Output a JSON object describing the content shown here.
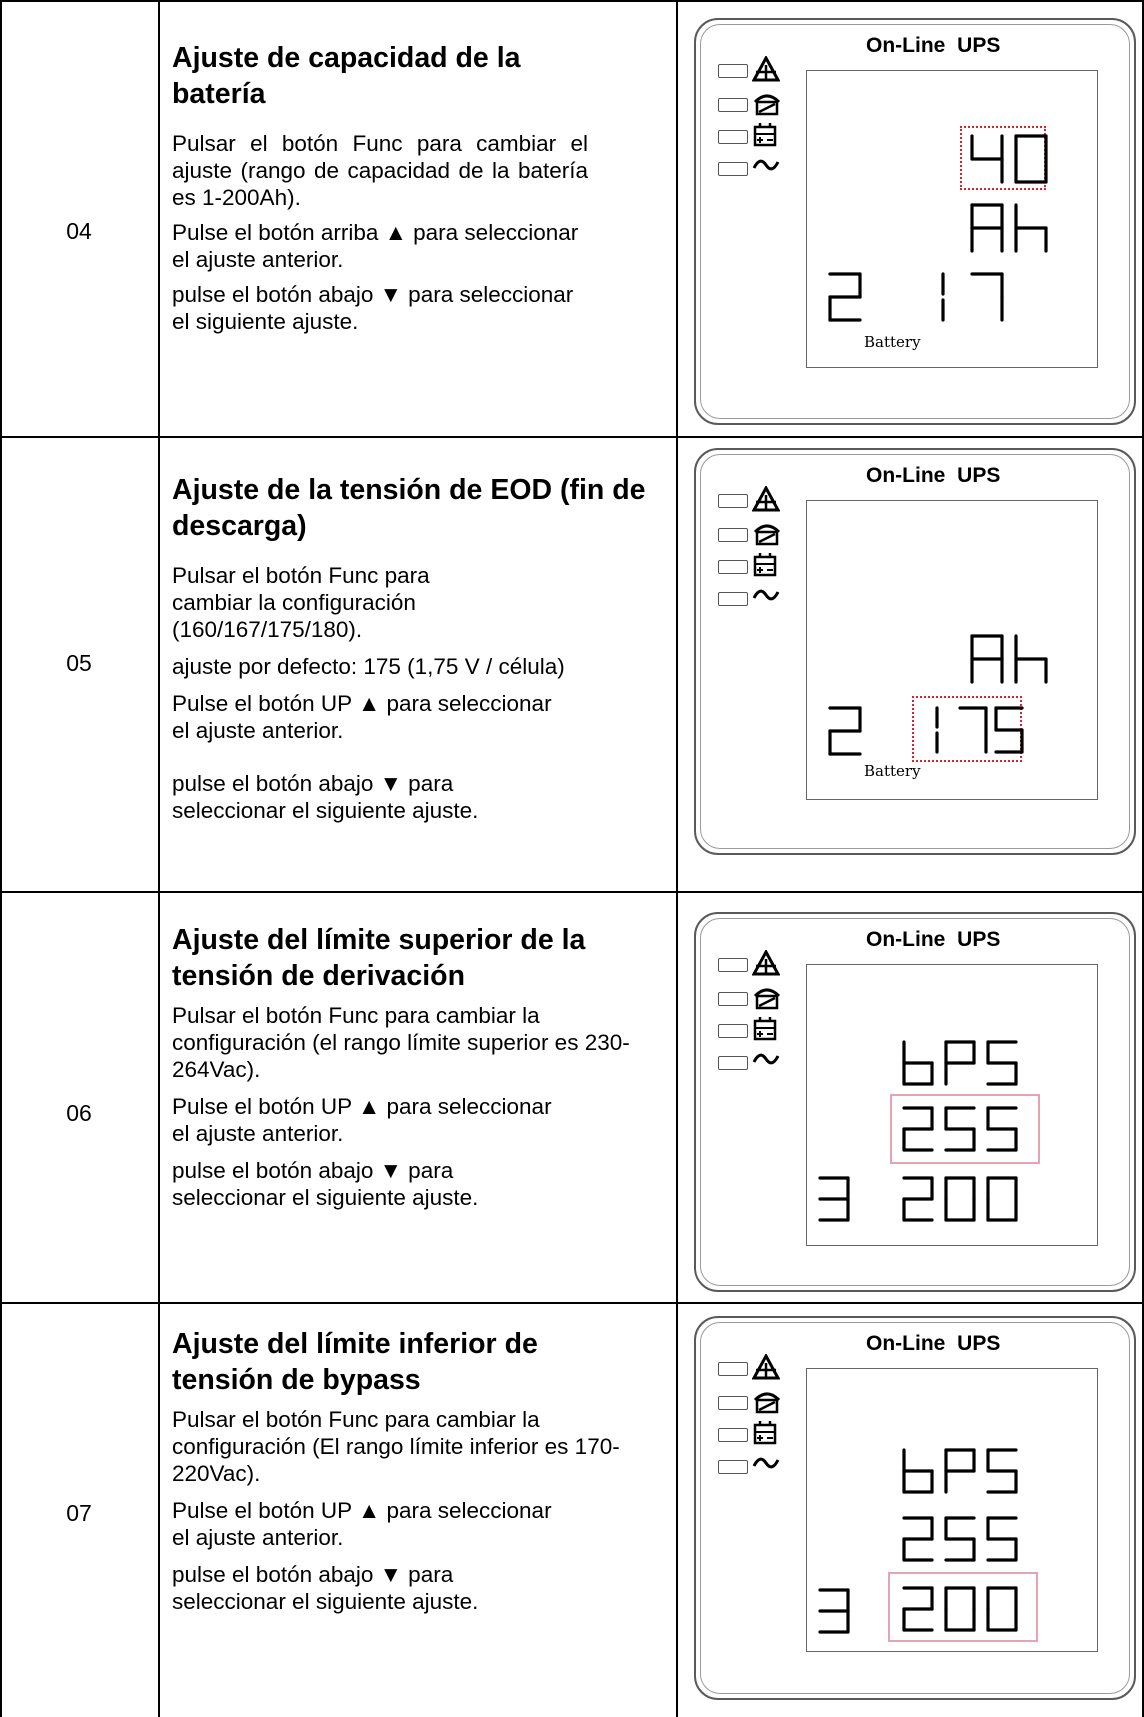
{
  "rows": [
    {
      "number": "04",
      "title": "Ajuste de capacidad de la batería",
      "paragraphs": [
        "Pulsar el botón Func para cambiar el ajuste (rango de capacidad de la batería es 1-200Ah).",
        "Pulse el botón arriba ▲ para seleccionar el ajuste anterior.",
        "pulse el botón abajo ▼ para seleccionar el siguiente ajuste."
      ],
      "lcd": {
        "header": "On-Line UPS",
        "line1": "40",
        "line2": "Ah",
        "line3_left": "2",
        "line3_right": "17",
        "label": "Battery"
      }
    },
    {
      "number": "05",
      "title": "Ajuste de la tensión de EOD (fin de descarga)",
      "paragraphs": [
        "Pulsar el botón Func para cambiar la configuración (160/167/175/180).",
        "ajuste por defecto: 175 (1,75 V / célula)",
        "Pulse el botón UP ▲ para seleccionar el ajuste anterior.",
        "pulse el botón abajo ▼ para seleccionar el siguiente ajuste."
      ],
      "lcd": {
        "header": "On-Line UPS",
        "line2": "Ah",
        "line3_left": "2",
        "line3_right": "175",
        "label": "Battery"
      }
    },
    {
      "number": "06",
      "title": "Ajuste del límite superior de la tensión de derivación",
      "paragraphs": [
        "Pulsar el botón Func para cambiar la configuración (el rango límite superior es 230-264Vac).",
        "Pulse el botón UP ▲ para seleccionar el ajuste anterior.",
        "pulse el botón abajo ▼ para seleccionar el siguiente ajuste."
      ],
      "lcd": {
        "header": "On-Line UPS",
        "line1": "bPS",
        "line2": "255",
        "line3_left": "3",
        "line3_right": "200"
      }
    },
    {
      "number": "07",
      "title": "Ajuste del límite inferior de tensión de bypass",
      "paragraphs": [
        "Pulsar el botón Func para cambiar la configuración (El rango límite inferior es 170-220Vac).",
        "Pulse el botón UP ▲ para seleccionar el ajuste anterior.",
        "pulse el botón abajo ▼ para seleccionar el siguiente ajuste."
      ],
      "lcd": {
        "header": "On-Line UPS",
        "line1": "bPS",
        "line2": "255",
        "line3_left": "3",
        "line3_right": "200"
      }
    }
  ],
  "indicator_icons": [
    "warning-triangle-icon",
    "bypass-icon",
    "battery-icon",
    "ac-wave-icon"
  ],
  "colors": {
    "highlight_red": "#e0202a",
    "highlight_pink": "#e6a3b4"
  }
}
